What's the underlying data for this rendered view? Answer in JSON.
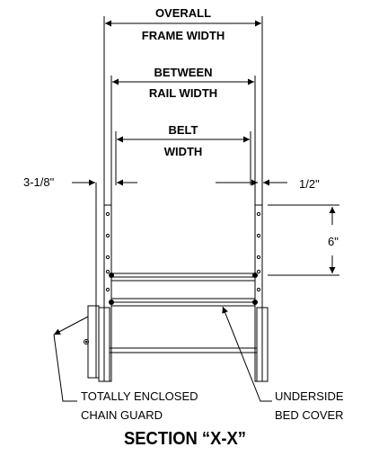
{
  "labels": {
    "overall_1": "OVERALL",
    "overall_2": "FRAME WIDTH",
    "between_1": "BETWEEN",
    "between_2": "RAIL WIDTH",
    "belt_1": "BELT",
    "belt_2": "WIDTH",
    "dim_left": "3-1/8\"",
    "dim_right": "1/2\"",
    "dim_height": "6\"",
    "chain_1": "TOTALLY ENCLOSED",
    "chain_2": "CHAIN GUARD",
    "bed_1": "UNDERSIDE",
    "bed_2": "BED COVER"
  },
  "title": "SECTION “X-X”"
}
